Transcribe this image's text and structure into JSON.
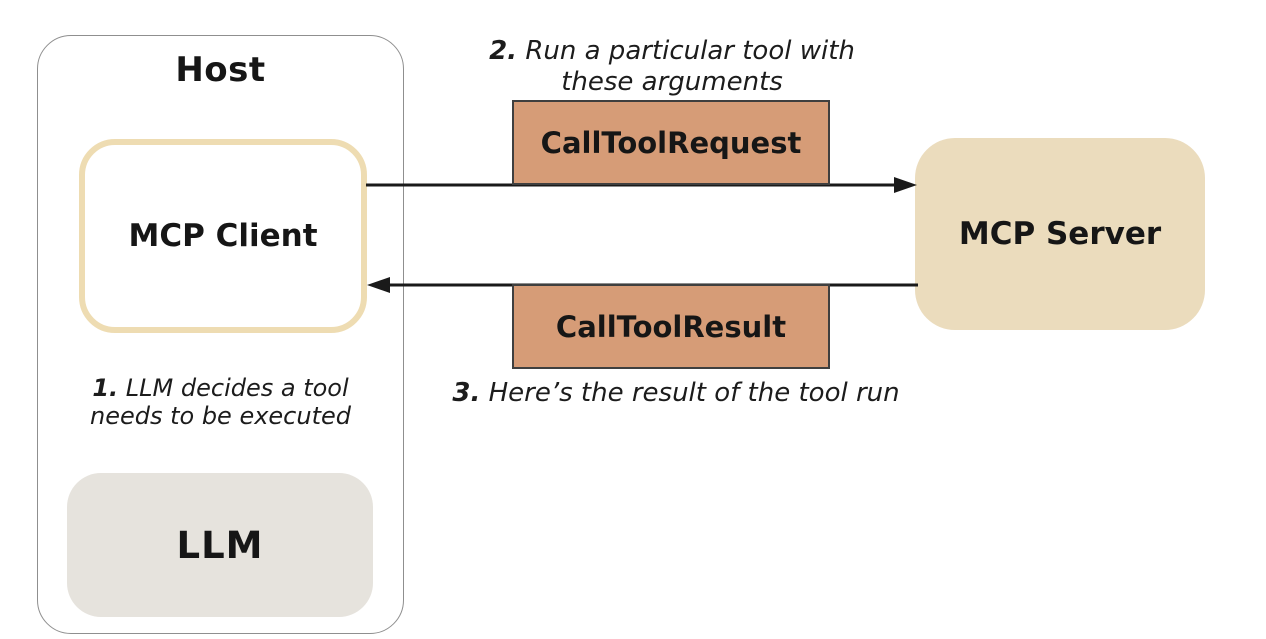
{
  "diagram": {
    "host": {
      "title": "Host"
    },
    "mcp_client": {
      "label": "MCP Client"
    },
    "llm": {
      "label": "LLM"
    },
    "mcp_server": {
      "label": "MCP Server"
    },
    "messages": {
      "request": {
        "label": "CallToolRequest"
      },
      "result": {
        "label": "CallToolResult"
      }
    },
    "notes": {
      "step1": {
        "number": "1.",
        "line1": " LLM decides a tool",
        "line2": "needs to be executed"
      },
      "step2": {
        "number": "2.",
        "line1": " Run a particular tool with",
        "line2": "these arguments"
      },
      "step3": {
        "number": "3.",
        "text": " Here’s the result of the tool run"
      }
    },
    "colors": {
      "callout_fill": "#d69c77",
      "callout_border": "#3f3f3f",
      "server_fill": "#ebdcbd",
      "client_border": "#eedcb2",
      "llm_fill": "#e6e3dd",
      "host_border": "#8f8f8f",
      "arrow": "#1a1a1a",
      "text": "#161616"
    }
  }
}
